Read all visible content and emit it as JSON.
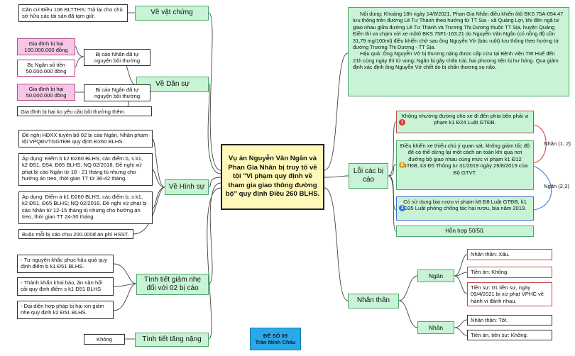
{
  "center_title": "Vụ án Nguyễn Văn Ngân và Phan Gia Nhân bị truy tố về tội \"Vi phạm quy định về tham gia giao thông đường bộ\" quy định Điều 260 BLHS.",
  "stamp": {
    "line1": "ĐỀ SỐ 09",
    "line2": "Trần Minh Châu"
  },
  "left": {
    "ve_vat_chung": {
      "label": "Về vật chứng",
      "text": "Căn cứ Điều 106 BLTTHS: Trả lại cho chủ sở hữu các tài sản đã tạm giữ."
    },
    "ve_dan_su": {
      "label": "Về Dân sự",
      "damage1": "Gia đình bị hại 100.000.000 đồng",
      "damage2": "Bc Ngân số tiền 50.000.000 đồng",
      "damage3": "Gia đình bị hại 50.000.000 đồng",
      "defendant1": "Bị cáo Nhân đã tự nguyện bồi thường",
      "defendant2": "Bị cáo Ngân đã tự nguyện bồi thường",
      "note": "Gia đình bị hại ko yêu cầu bồi thường thêm."
    },
    "ve_hinh_su": {
      "label": "Về Hình sự",
      "item1": "Đề nghị HĐXX tuyên bố 02 bị cáo Ngân, Nhân phạm tội VPQĐVTGGTĐB quy định Đ260 BLHS.",
      "item2": "Áp dụng: Điểm b k2 Đ260 BLHS, các điểm b, s k1, k2 Đ51, Đ54, Đ65 BLHS; NQ 02/2018. Đề nghị xử phạt bị cáo Ngân từ 18 - 21 tháng tù nhưng cho hưởng án treo, thời gian TT từ 36-42 tháng.",
      "item3": "Áp dụng: Điểm a k1 Đ260 BLHS, các điểm b, s k1, k2 Đ51, Đ65 BLHS; NQ 02/2018. Đề nghị xử phạt bị cáo Nhân từ 12-15 tháng tù nhưng cho hưởng án treo, thời gian TT 24-30 tháng.",
      "item4": "Buộc mỗi bị cáo chịu 200.000đ án phí HSST."
    },
    "tinh_tiet_giam_nhe": {
      "label": "Tình tiết giảm nhẹ đối với 02 bị cáo",
      "item1": "- Tự nguyện khắc phục hậu quả quy định điểm b k1 Đ51 BLHS.",
      "item2": "- Thành khẩn khai báo, ăn năn hối cải quy định điểm s k1 Đ51 BLHS",
      "item3": "- Đại diện hợp pháp bị hại xin giảm nhẹ quy định k2 Đ51 BLHS."
    },
    "tinh_tiet_tang_nang": {
      "label": "Tình tiết tăng nặng",
      "value": "Không"
    }
  },
  "right": {
    "noi_dung": {
      "para1": "Nội dung: Khoảng 18h ngày 14/8/2021, Phan Gia Nhân điều khiển ôtô BKS 75A-054.47 lưu thông trên đường Lê Tư Thành theo hướng từ TT Sịa - xã Quảng Lợi, khi đến ngã tư giao nhau giữa đường Lê Tư Thành và Trương Thị Dương thuộc TT Sịa, huyện Quảng Điền thì va chạm với xe môtô BKS 75F1-163.21 do Nguyễn Văn Ngân (có nồng độ cồn 31,79 mg/100ml) điều khiển chở sau ông Nguyễn Vở (bác ruột) lưu thông theo hướng từ đường Trương Thị Dương - TT Sịa.",
      "para2": "Hậu quả: Ông Nguyễn Vở bị thương nặng được cấp cứu tại Bệnh viện TW Huế đến 21h cùng ngày thì tử vong; Ngân bị gãy chân trái, hai phương tiện bị hư hỏng. Qua giám định xác định ông Nguyễn Vở chết do bị chấn thương sọ não."
    },
    "loi_cac_bi_cao": {
      "label": "Lỗi các bị cáo",
      "fault1": "Không nhường đường cho xe đi đến phía bên phải vi phạm k1 Đ24 Luật GTĐB.",
      "fault2": "Điều khiển xe thiếu chú ý quan sát, không giảm tốc độ để có thể dừng lại một cách an toàn khi qua nơi đường bộ giao nhau cùng mức vi phạm k1 Đ12 GTĐB, k3 Đ5 Thông tư 31/2019 ngày 29/8/2019 của Bộ GTVT.",
      "fault3": "Có sử dụng bia rượu vi phạm k8 Đ8 Luật GTĐB, k1 Đ35 Luật phòng chống tác hại rượu, bia năm 2019.",
      "mixed": "Hỗn hợp 50/50.",
      "num1": "1",
      "num2": "2",
      "num3": "3",
      "tag_nhan": "Nhân (1, 2)",
      "tag_ngan": "Ngân (2,3)"
    },
    "nhan_than": {
      "label": "Nhân thân",
      "ngan": {
        "label": "Ngân",
        "item1": "Nhân thân: Xấu.",
        "item2": "Tiền án: Không.",
        "item3": "Tiền sự: 01 tiền sự, ngày 09/4/2021 bị xử phạt VPHC về hành vi đánh nhau."
      },
      "nhan": {
        "label": "Nhân",
        "item1": "Nhân thân: Tốt.",
        "item2": "Tiền án, tiền sự: Không."
      }
    }
  },
  "colors": {
    "green": "#c8f3d5",
    "pink": "#f5c6e6",
    "center": "#fff8b8",
    "stamp": "#29a9e8"
  }
}
